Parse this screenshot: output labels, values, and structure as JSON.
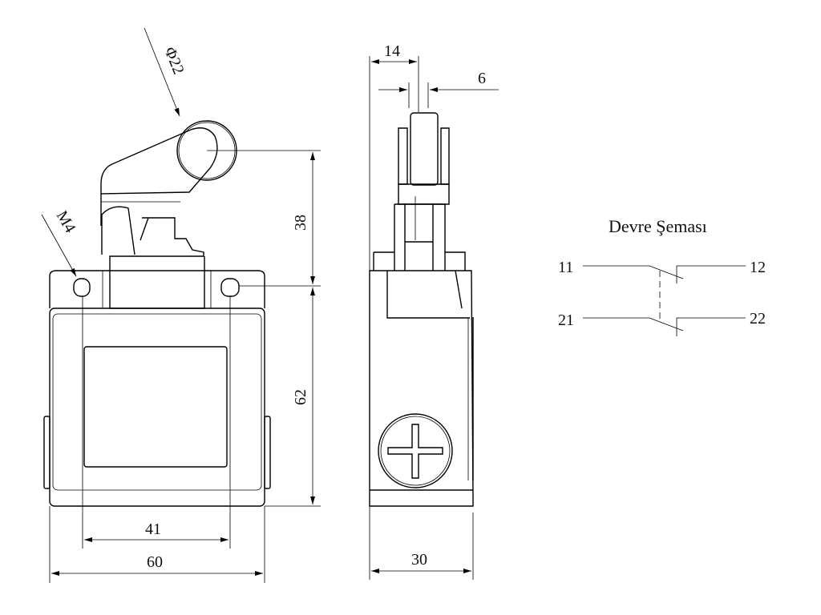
{
  "front_view": {
    "dim_roller_diameter": "Φ22",
    "dim_thread": "M4",
    "dim_height_top": "38",
    "dim_height_body": "62",
    "dim_hole_spacing": "41",
    "dim_width": "60"
  },
  "side_view": {
    "dim_offset": "14",
    "dim_roller_width": "6",
    "dim_depth": "30"
  },
  "circuit": {
    "title": "Devre Şeması",
    "terminals": [
      "11",
      "12",
      "21",
      "22"
    ]
  },
  "colors": {
    "line": "#000000",
    "background": "#ffffff"
  }
}
